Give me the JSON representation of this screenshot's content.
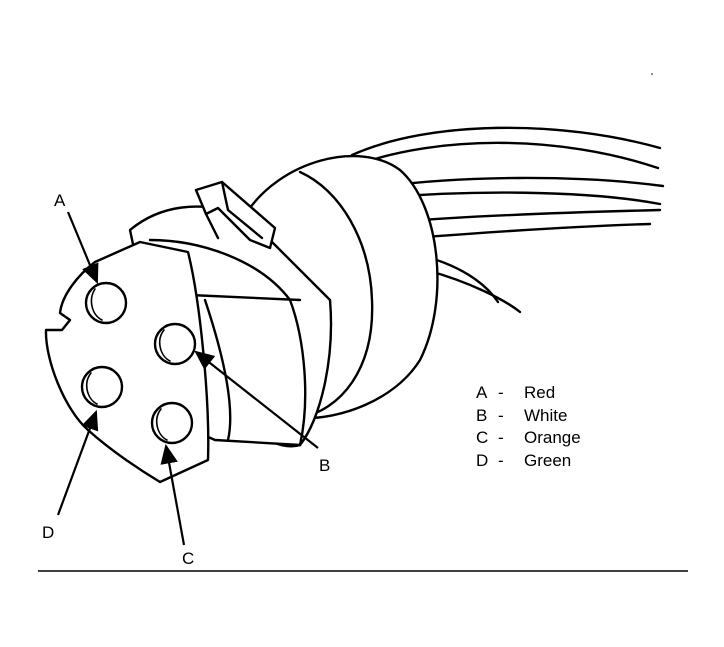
{
  "callouts": {
    "a": "A",
    "b": "B",
    "c": "C",
    "d": "D"
  },
  "legend": {
    "items": [
      {
        "key": "A",
        "dash": "-",
        "color": "Red"
      },
      {
        "key": "B",
        "dash": "-",
        "color": "White"
      },
      {
        "key": "C",
        "dash": "-",
        "color": "Orange"
      },
      {
        "key": "D",
        "dash": "-",
        "color": "Green"
      }
    ]
  }
}
